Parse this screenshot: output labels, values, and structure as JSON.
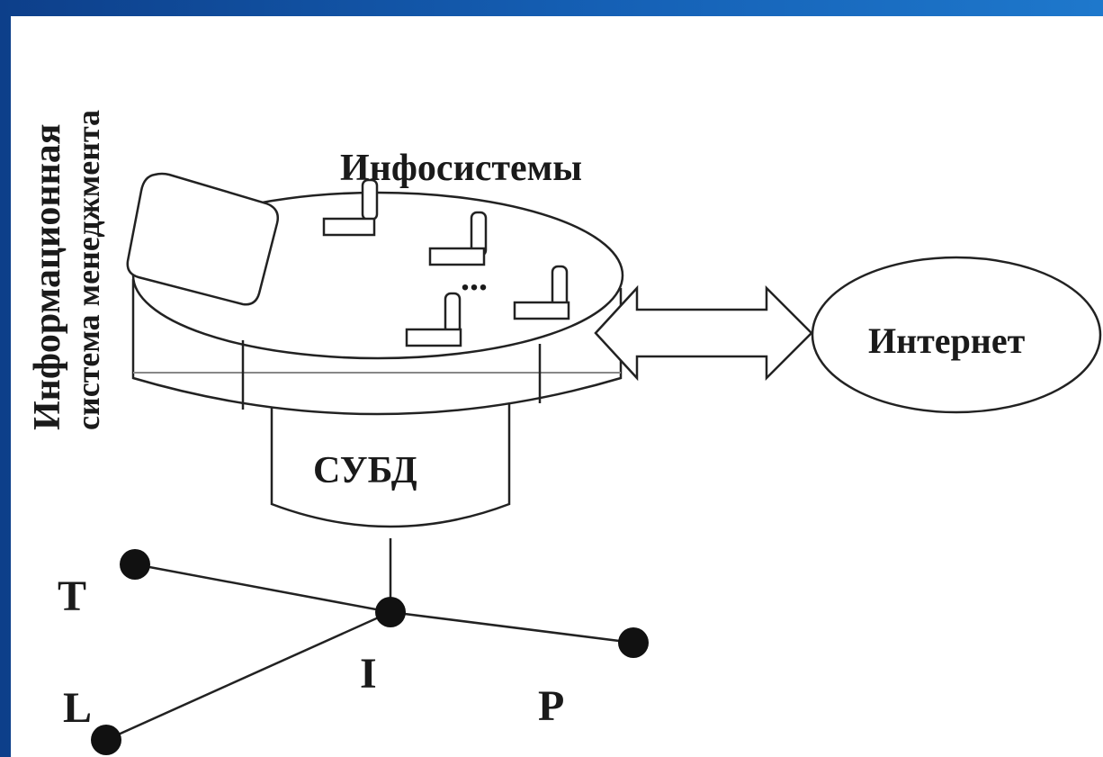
{
  "diagram": {
    "vertical_label_line1": "Информационная",
    "vertical_label_line2": "система менеджмента",
    "infosystems_label": "Инфосистемы",
    "ellipsis": "...",
    "internet_label": "Интернет",
    "dbms_label": "СУБД",
    "nodes": {
      "t": "T",
      "l": "L",
      "i": "I",
      "p": "P"
    }
  }
}
